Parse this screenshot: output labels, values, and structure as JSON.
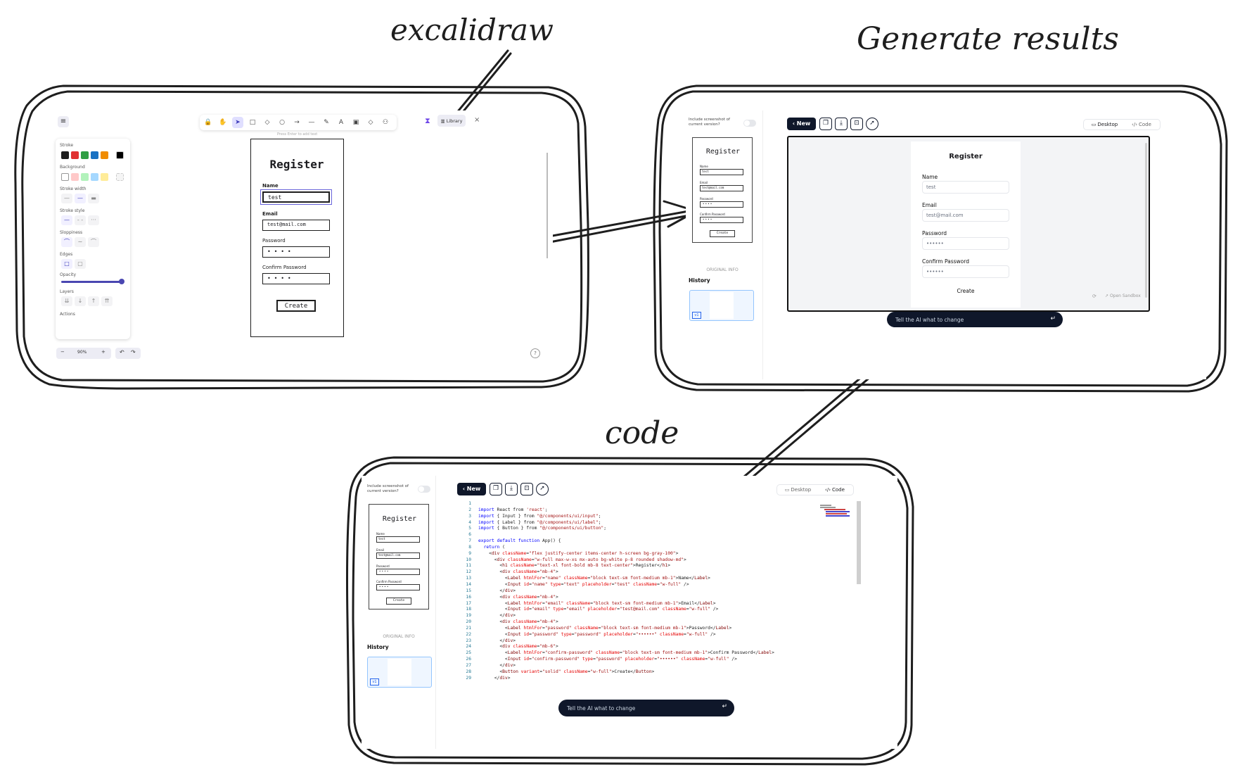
{
  "annotations": {
    "excalidraw": "excalidraw",
    "generate": "Generate results",
    "code": "code"
  },
  "excalidraw": {
    "hint": "Press Enter to add text",
    "library_label": "Library",
    "zoom_minus": "−",
    "zoom_value": "90%",
    "zoom_plus": "+",
    "undo": "↶",
    "redo": "↷",
    "help": "?",
    "menu": "≡",
    "sidebar": {
      "stroke": "Stroke",
      "background": "Background",
      "stroke_width": "Stroke width",
      "stroke_style": "Stroke style",
      "sloppiness": "Sloppiness",
      "edges": "Edges",
      "opacity": "Opacity",
      "layers": "Layers",
      "actions": "Actions"
    },
    "stroke_colors": [
      "#1e1e1e",
      "#e03131",
      "#2f9e44",
      "#1971c2",
      "#f08c00"
    ],
    "bg_colors": [
      "#ffffff",
      "#ffc9c9",
      "#b2f2bb",
      "#a5d8ff",
      "#ffec99"
    ],
    "tools": [
      "🔒",
      "✋",
      "➤",
      "□",
      "◇",
      "○",
      "→",
      "—",
      "✎",
      "A",
      "▣",
      "◇",
      "⚇"
    ],
    "wireframe": {
      "title": "Register",
      "name_label": "Name",
      "name_value": "test",
      "email_label": "Email",
      "email_value": "test@mail.com",
      "password_label": "Password",
      "password_value": "• • • •",
      "confirm_label": "Confirm Password",
      "confirm_value": "• • • •",
      "button": "Create"
    }
  },
  "results": {
    "include_label": "Include screenshot of current version?",
    "original_info": "ORIGINAL INFO",
    "history": "History",
    "history_badge": "v1",
    "new_button": "New",
    "desktop_tab": "Desktop",
    "code_tab": "Code",
    "thumb": {
      "title": "Register",
      "name_label": "Name",
      "name_value": "test",
      "email_label": "Email",
      "email_value": "test@mail.com",
      "password_label": "Password",
      "password_value": "• • • •",
      "confirm_label": "Confirm Password",
      "confirm_value": "• • • •",
      "button": "Create"
    },
    "preview": {
      "title": "Register",
      "name_label": "Name",
      "name_placeholder": "test",
      "email_label": "Email",
      "email_placeholder": "test@mail.com",
      "password_label": "Password",
      "password_placeholder": "••••••",
      "confirm_label": "Confirm Password",
      "confirm_placeholder": "••••••",
      "button": "Create",
      "open_sandbox": "Open Sandbox"
    },
    "prompt_placeholder": "Tell the AI what to change",
    "prompt_enter": "↵"
  },
  "code_view": {
    "include_label": "Include screenshot of current version?",
    "original_info": "ORIGINAL INFO",
    "history": "History",
    "history_badge": "v1",
    "new_button": "New",
    "desktop_tab": "Desktop",
    "code_tab": "Code",
    "prompt_placeholder": "Tell the AI what to change",
    "prompt_enter": "↵",
    "lines": [
      "",
      "import React from 'react';",
      "import { Input } from \"@/components/ui/input\";",
      "import { Label } from \"@/components/ui/label\";",
      "import { Button } from \"@/components/ui/button\";",
      "",
      "export default function App() {",
      "  return (",
      "    <div className=\"flex justify-center items-center h-screen bg-gray-100\">",
      "      <div className=\"w-full max-w-xs mx-auto bg-white p-8 rounded shadow-md\">",
      "        <h1 className=\"text-xl font-bold mb-8 text-center\">Register</h1>",
      "        <div className=\"mb-4\">",
      "          <Label htmlFor=\"name\" className=\"block text-sm font-medium mb-1\">Name</Label>",
      "          <Input id=\"name\" type=\"text\" placeholder=\"test\" className=\"w-full\" />",
      "        </div>",
      "        <div className=\"mb-4\">",
      "          <Label htmlFor=\"email\" className=\"block text-sm font-medium mb-1\">Email</Label>",
      "          <Input id=\"email\" type=\"email\" placeholder=\"test@mail.com\" className=\"w-full\" />",
      "        </div>",
      "        <div className=\"mb-4\">",
      "          <Label htmlFor=\"password\" className=\"block text-sm font-medium mb-1\">Password</Label>",
      "          <Input id=\"password\" type=\"password\" placeholder=\"••••••\" className=\"w-full\" />",
      "        </div>",
      "        <div className=\"mb-6\">",
      "          <Label htmlFor=\"confirm-password\" className=\"block text-sm font-medium mb-1\">Confirm Password</Label>",
      "          <Input id=\"confirm-password\" type=\"password\" placeholder=\"••••••\" className=\"w-full\" />",
      "        </div>",
      "        <Button variant=\"solid\" className=\"w-full\">Create</Button>",
      "      </div>"
    ]
  }
}
